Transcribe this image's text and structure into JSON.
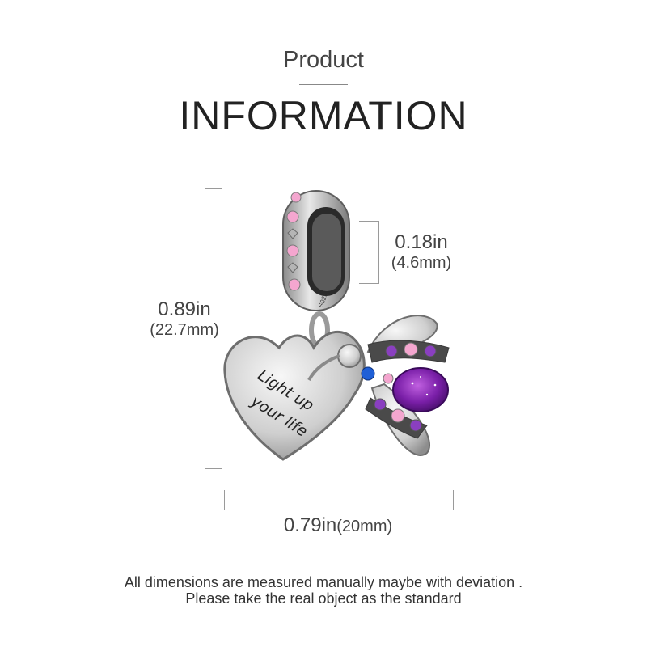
{
  "header": {
    "subtitle": "Product",
    "title": "INFORMATION"
  },
  "dimensions": {
    "height": {
      "inch": "0.89in",
      "mm": "(22.7mm)"
    },
    "bail": {
      "inch": "0.18in",
      "mm": "(4.6mm)"
    },
    "width": {
      "inch": "0.79in",
      "mm": "(20mm)"
    }
  },
  "charm": {
    "engraving_line1": "Light up",
    "engraving_line2": "your life",
    "stamp": "S925",
    "colors": {
      "silver": "#c8c8c8",
      "dark_silver": "#7a7a7a",
      "pink_stone": "#f4a6cf",
      "purple_stone": "#8a3fc0",
      "blue_stone": "#1f5fd6",
      "galaxy_body": "#7a1fa8"
    }
  },
  "footer": {
    "line1": "All dimensions are measured manually maybe with deviation .",
    "line2": "Please take the real object as the standard"
  }
}
